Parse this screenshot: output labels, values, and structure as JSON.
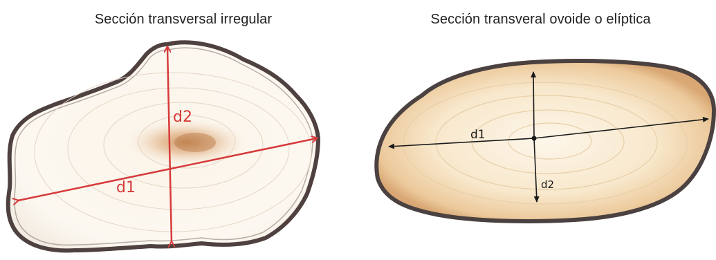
{
  "left": {
    "caption": "Sección transversal irregular",
    "labels": {
      "d1": "d1",
      "d2": "d2"
    },
    "colors": {
      "arrow": "#d63a3a",
      "bark": "#4f4140",
      "wood": "#fbf7ef"
    }
  },
  "right": {
    "caption": "Sección transveral ovoide o elíptica",
    "labels": {
      "d1": "d1",
      "d2": "d2"
    },
    "colors": {
      "arrow": "#1a1a1a",
      "bark": "#4a4140",
      "wood": "#f7e6c8"
    }
  }
}
